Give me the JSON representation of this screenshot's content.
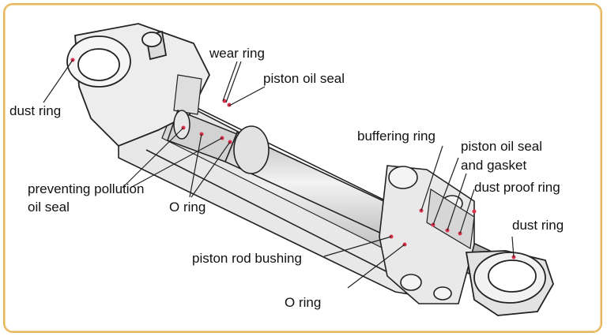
{
  "labels": {
    "dust_ring_left": "dust ring",
    "wear_ring": "wear ring",
    "piston_oil_seal_top": "piston oil seal",
    "buffering_ring": "buffering ring",
    "piston_oil_seal_gasket_1": "piston oil seal",
    "piston_oil_seal_gasket_2": "and gasket",
    "dust_proof_ring": "dust proof ring",
    "dust_ring_right": "dust ring",
    "preventing_pollution_1": "preventing pollution",
    "preventing_pollution_2": "oil seal",
    "o_ring_mid": "O ring",
    "piston_rod_bushing": "piston rod bushing",
    "o_ring_bottom": "O ring"
  },
  "colors": {
    "frame": "#e7b65a",
    "body": "#e6e6e6",
    "rod": "#d8d8d8",
    "outline": "#222222",
    "seal_marker": "#d9314a"
  }
}
